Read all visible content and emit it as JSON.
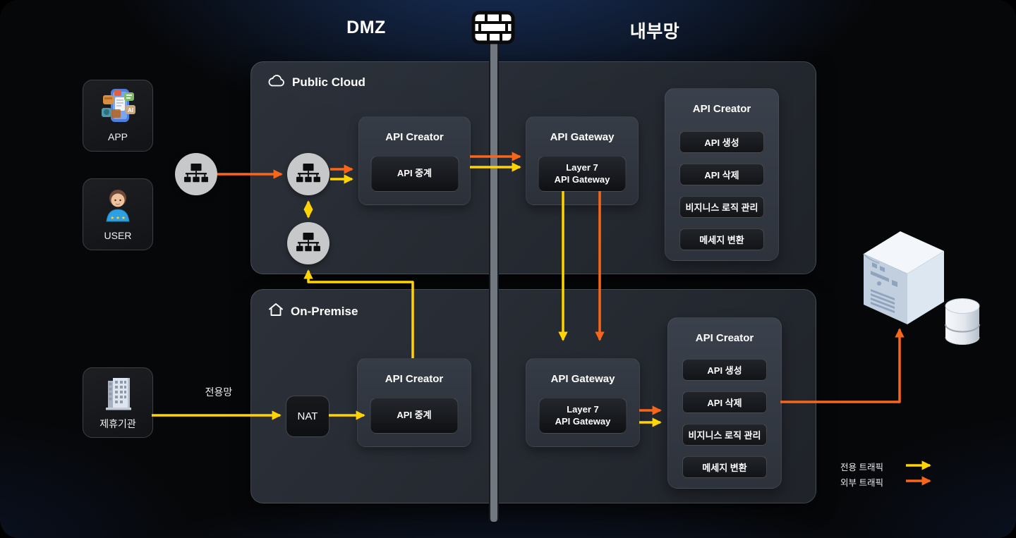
{
  "zones": {
    "left": "DMZ",
    "right": "내부망"
  },
  "sources": {
    "app": {
      "label": "APP"
    },
    "user": {
      "label": "USER"
    },
    "partner": {
      "label": "제휴기관"
    }
  },
  "network": {
    "dedicated_line_label": "전용망",
    "nat_label": "NAT"
  },
  "public_cloud": {
    "title": "Public Cloud",
    "api_creator": {
      "title": "API Creator",
      "module": "API 중계"
    },
    "api_gateway": {
      "title": "API Gateway",
      "module_line1": "Layer 7",
      "module_line2": "API Gateway"
    },
    "creator_functions": {
      "title": "API Creator",
      "items": [
        "API 생성",
        "API 삭제",
        "비지니스 로직 관리",
        "메세지 변환"
      ]
    }
  },
  "on_premise": {
    "title": "On-Premise",
    "api_creator": {
      "title": "API Creator",
      "module": "API 중계"
    },
    "api_gateway": {
      "title": "API Gateway",
      "module_line1": "Layer 7",
      "module_line2": "API Gateway"
    },
    "creator_functions": {
      "title": "API Creator",
      "items": [
        "API 생성",
        "API 삭제",
        "비지니스 로직 관리",
        "메세지 변환"
      ]
    }
  },
  "legend": {
    "items": [
      {
        "label": "전용 트래픽",
        "color": "#FFD400"
      },
      {
        "label": "외부 트래픽",
        "color": "#F9661A"
      }
    ]
  }
}
